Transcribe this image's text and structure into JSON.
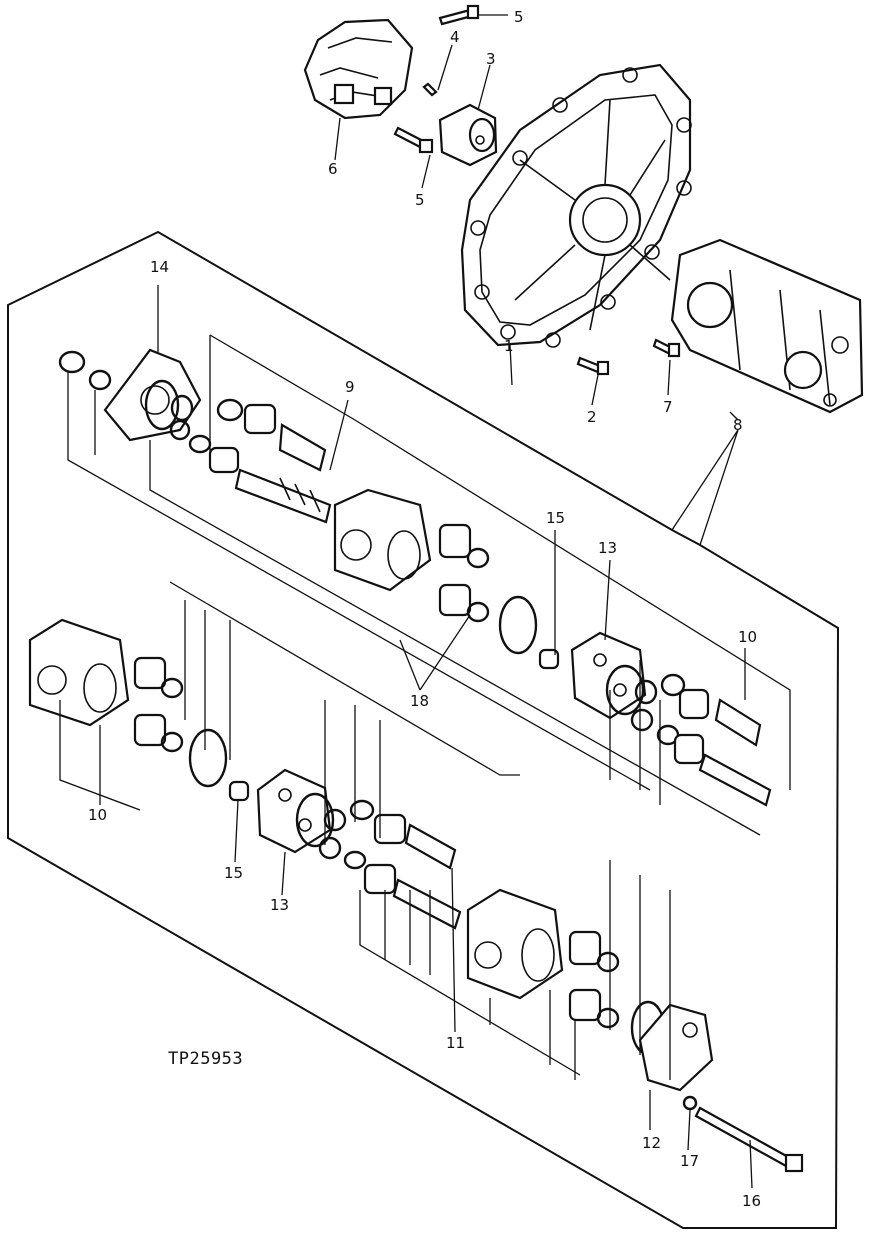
{
  "figure_id": "TP25953",
  "callouts": {
    "c1": "1",
    "c2": "2",
    "c3": "3",
    "c4": "4",
    "c5a": "5",
    "c5b": "5",
    "c6": "6",
    "c7": "7",
    "c8": "8",
    "c9": "9",
    "c10a": "10",
    "c10b": "10",
    "c11": "11",
    "c12": "12",
    "c13a": "13",
    "c13b": "13",
    "c14": "14",
    "c15a": "15",
    "c15b": "15",
    "c16": "16",
    "c17": "17",
    "c18": "18"
  }
}
